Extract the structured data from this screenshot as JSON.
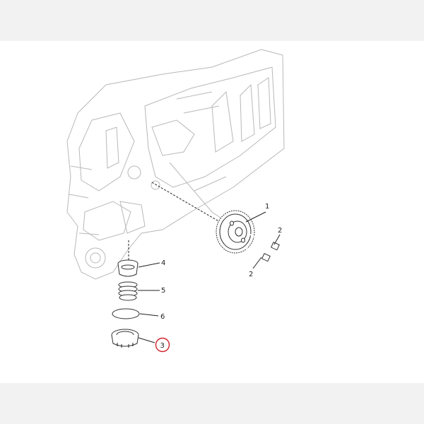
{
  "diagram": {
    "colors": {
      "page_bg": "#f2f2f2",
      "panel_bg": "#ffffff",
      "line": "#222222",
      "housing": "#b8b8b8",
      "highlight": "#d0202a"
    },
    "callouts": [
      {
        "id": "gear",
        "label": "1"
      },
      {
        "id": "bolt-upper",
        "label": "2"
      },
      {
        "id": "bolt-lower",
        "label": "2"
      },
      {
        "id": "strainer-cap",
        "label": "3",
        "highlighted": true
      },
      {
        "id": "filter-screen",
        "label": "4"
      },
      {
        "id": "spring",
        "label": "5"
      },
      {
        "id": "o-ring",
        "label": "6"
      }
    ]
  }
}
